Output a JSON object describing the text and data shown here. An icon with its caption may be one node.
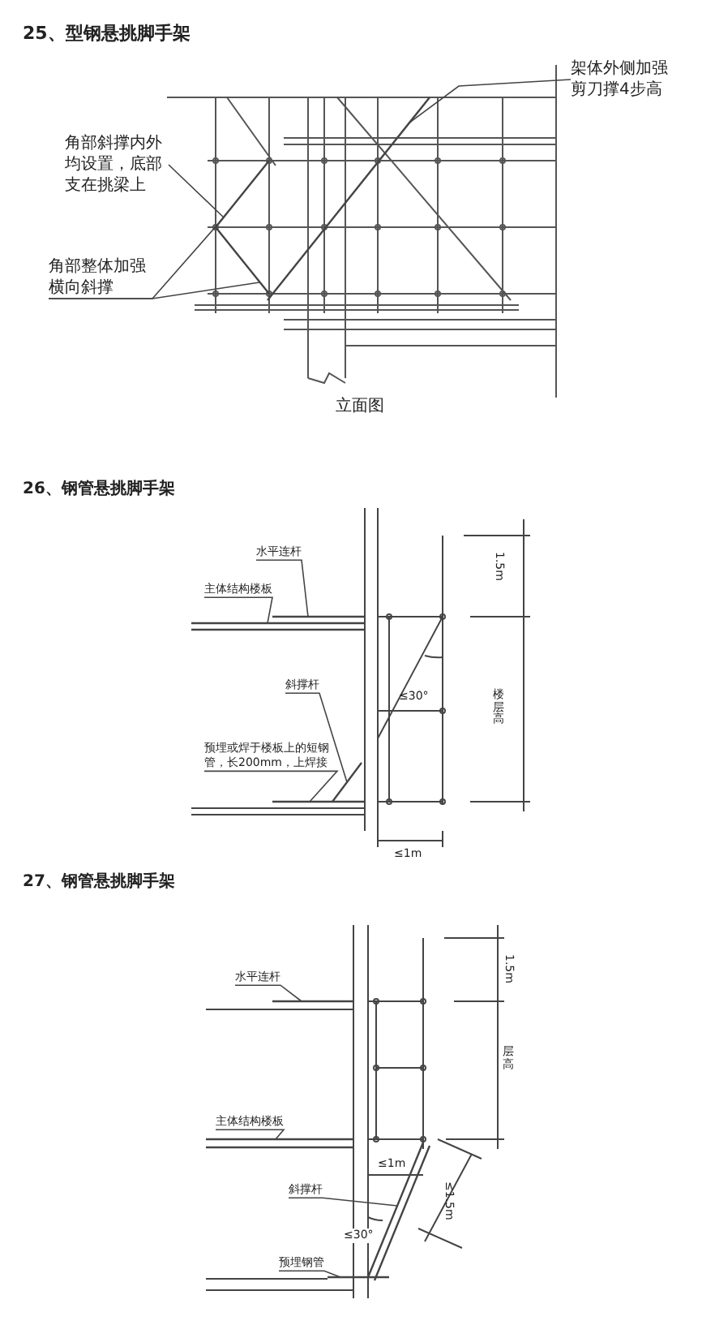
{
  "diagram": {
    "nodes": [
      {
        "text": [
          "架体外侧加强剪刀撑4步高"
        ]
      },
      {
        "text": [
          "角部斜撑内外均设置，底部支在挑梁上"
        ]
      },
      {
        "text": [
          "角部整体加强横向斜撑"
        ]
      },
      {
        "text": [
          "水平连杆"
        ]
      },
      {
        "text": [
          "主体结构楼板"
        ]
      },
      {
        "text": [
          "斜撑杆"
        ]
      },
      {
        "text": [
          "预埋或焊于楼板上的短钢管，长200mm，上焊接"
        ]
      },
      {
        "text": [
          "水平连杆"
        ]
      },
      {
        "text": [
          "主体结构楼板"
        ]
      },
      {
        "text": [
          "斜撑杆"
        ]
      },
      {
        "text": [
          "预埋钢管"
        ]
      },
      {
        "text": [],
        "shape": "bar"
      },
      {
        "text": [],
        "shape": "bar"
      },
      {
        "text": [],
        "shape": "bar"
      },
      {
        "text": [],
        "shape": "bar"
      },
      {
        "text": [],
        "shape": "bar"
      },
      {
        "text": [],
        "shape": "bar"
      },
      {
        "text": [],
        "shape": "bar"
      },
      {
        "text": [],
        "shape": "bar"
      },
      {
        "text": [],
        "shape": "bar"
      },
      {
        "text": [],
        "shape": "bar"
      },
      {
        "text": [],
        "shape": "bar"
      }
    ],
    "edges": [
      {
        "from": 0,
        "to": 11,
        "arrow": "none"
      },
      {
        "from": 1,
        "to": 12,
        "arrow": "none"
      },
      {
        "from": 2,
        "to": 12,
        "arrow": "none"
      },
      {
        "from": 2,
        "to": 13,
        "arrow": "none"
      },
      {
        "from": 3,
        "to": 14,
        "arrow": "none"
      },
      {
        "from": 4,
        "to": 15,
        "arrow": "none"
      },
      {
        "from": 5,
        "to": 16,
        "arrow": "none"
      },
      {
        "from": 6,
        "to": 17,
        "arrow": "none"
      },
      {
        "from": 7,
        "to": 18,
        "arrow": "none"
      },
      {
        "from": 8,
        "to": 19,
        "arrow": "none"
      },
      {
        "from": 9,
        "to": 20,
        "arrow": "none"
      },
      {
        "from": 10,
        "to": 21,
        "arrow": "none"
      }
    ],
    "labels": [
      "25、型钢悬挑脚手架",
      "立面图",
      "26、钢管悬挑脚手架",
      "1.5m",
      "楼层高",
      "≤30°",
      "≤1m",
      "27、钢管悬挑脚手架",
      "1.5m",
      "层高",
      "≤1m",
      "≤1.5m",
      "≤30°"
    ]
  }
}
